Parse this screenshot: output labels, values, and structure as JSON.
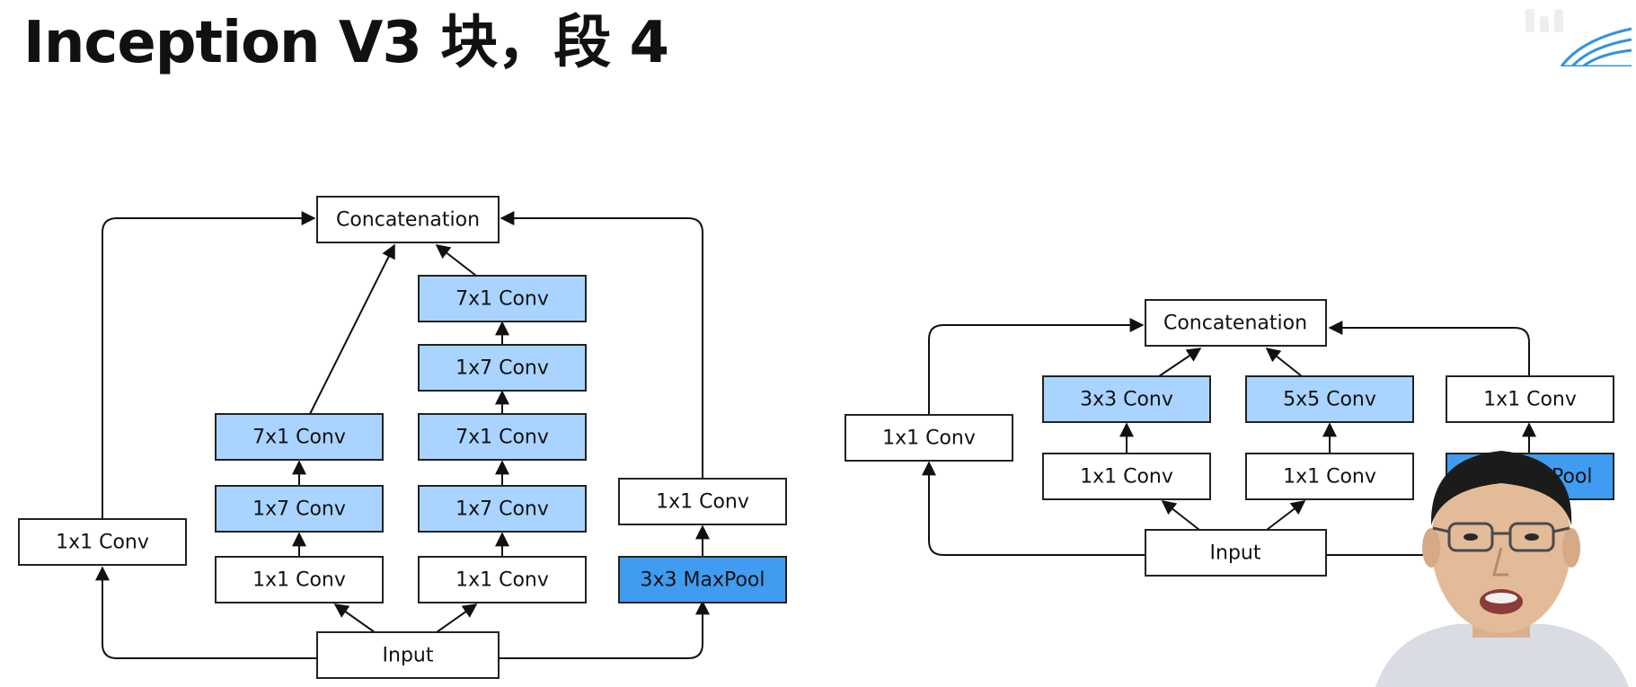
{
  "slide": {
    "title": "Inception V3 块，段 4"
  },
  "colors": {
    "conv_highlight": "#a9d4ff",
    "pool_highlight": "#3f9cf0",
    "plain": "#ffffff",
    "stroke": "#222222",
    "logo": "#1f87d8"
  },
  "diagram_left": {
    "nodes": {
      "concat": "Concatenation",
      "input": "Input",
      "b1_conv1": "1x1 Conv",
      "b2_conv1": "1x1 Conv",
      "b2_conv2": "1x7 Conv",
      "b2_conv3": "7x1 Conv",
      "b3_conv1": "1x1 Conv",
      "b3_conv2": "1x7 Conv",
      "b3_conv3": "7x1 Conv",
      "b3_conv4": "1x7 Conv",
      "b3_conv5": "7x1 Conv",
      "b4_pool": "3x3 MaxPool",
      "b4_conv": "1x1 Conv"
    }
  },
  "diagram_right": {
    "nodes": {
      "concat": "Concatenation",
      "input": "Input",
      "b1_conv": "1x1 Conv",
      "b2_conv1": "1x1 Conv",
      "b2_conv2": "3x3 Conv",
      "b3_conv1": "1x1 Conv",
      "b3_conv2": "5x5 Conv",
      "b4_pool": "3x3 MaxPool",
      "b4_conv": "1x1 Conv"
    }
  }
}
